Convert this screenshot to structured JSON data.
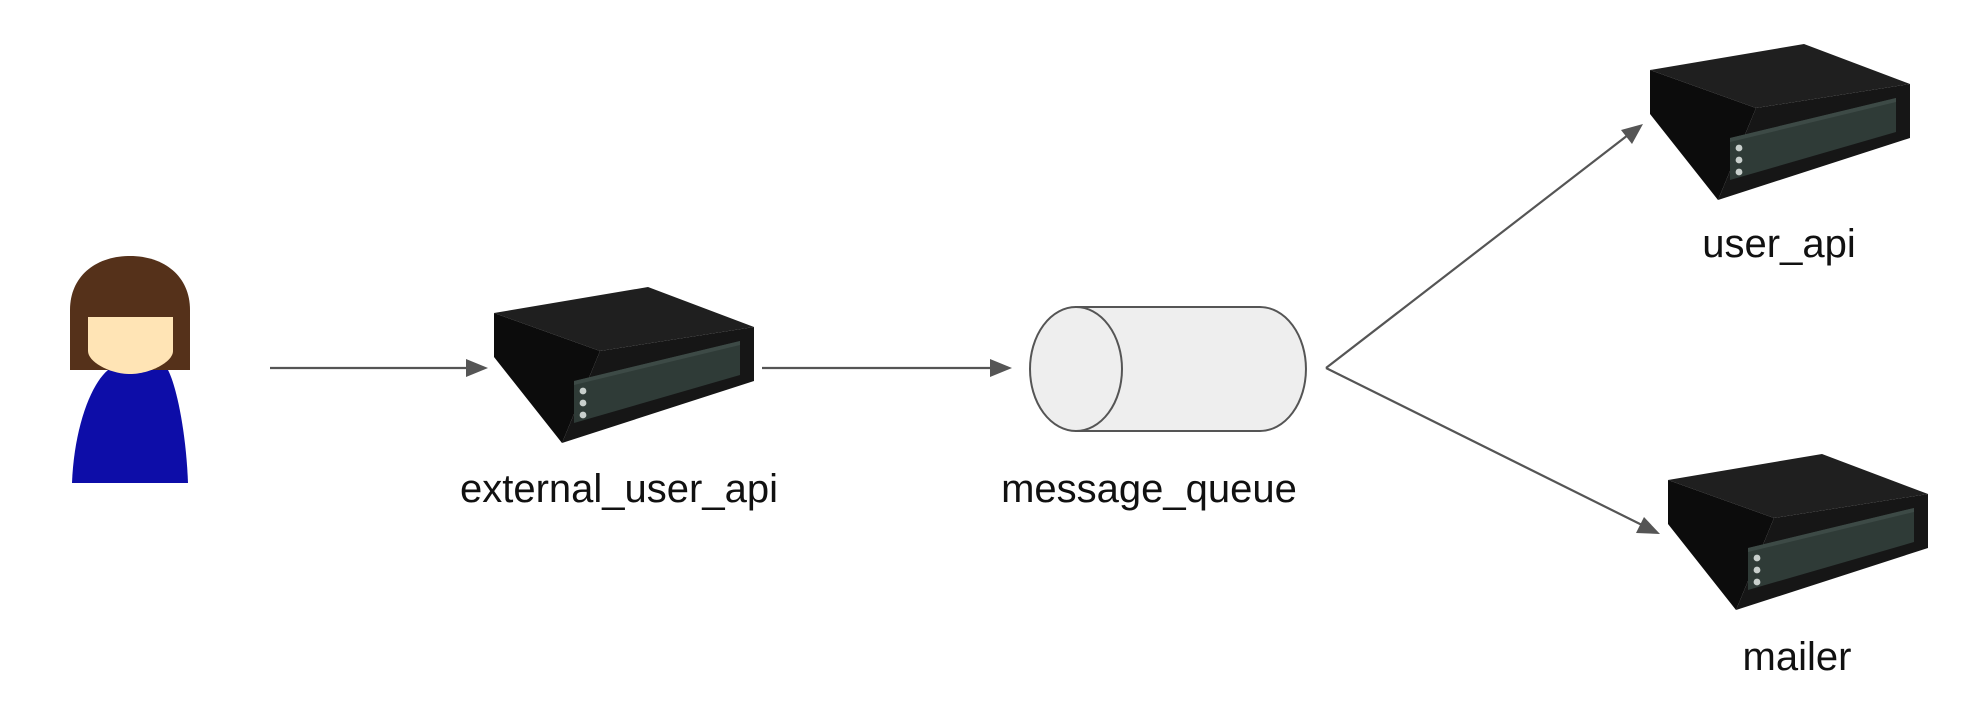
{
  "nodes": {
    "user": {
      "icon": "person-icon"
    },
    "external_user_api": {
      "label": "external_user_api",
      "icon": "server-icon"
    },
    "message_queue": {
      "label": "message_queue",
      "icon": "queue-cylinder-icon"
    },
    "user_api": {
      "label": "user_api",
      "icon": "server-icon"
    },
    "mailer": {
      "label": "mailer",
      "icon": "server-icon"
    }
  },
  "edges": [
    {
      "from": "user",
      "to": "external_user_api"
    },
    {
      "from": "external_user_api",
      "to": "message_queue"
    },
    {
      "from": "message_queue",
      "to": "user_api"
    },
    {
      "from": "message_queue",
      "to": "mailer"
    }
  ],
  "colors": {
    "edge": "#555555",
    "server_body": "#141414",
    "server_panel": "#2f3b37",
    "queue_fill": "#eeeeee",
    "queue_stroke": "#555555",
    "person_hair": "#55311a",
    "person_face": "#ffe4b5",
    "person_body": "#0d0da8"
  }
}
